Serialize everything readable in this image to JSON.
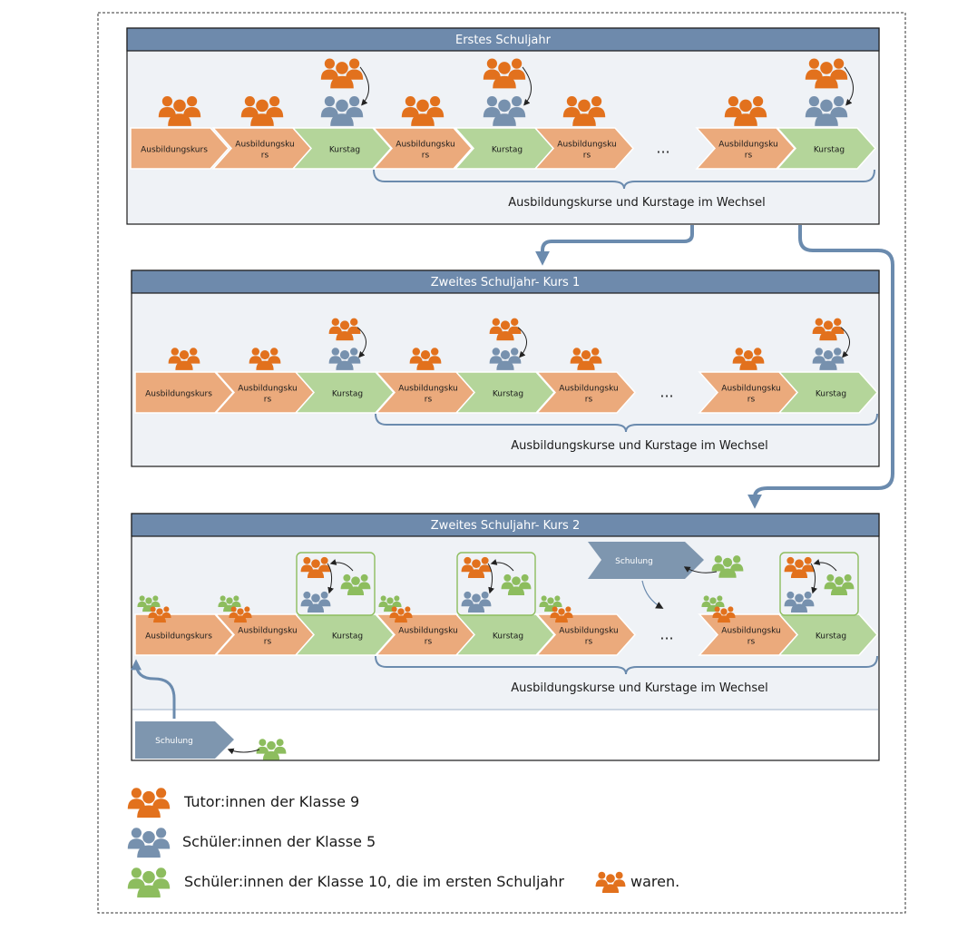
{
  "colors": {
    "tutor": "#E2711D",
    "schueler5": "#7791AE",
    "schueler10": "#8DBD5E",
    "ausbildung_arrow": "#EBAA7C",
    "kurstag_arrow": "#B4D59A",
    "schulung_arrow": "#7E96AF",
    "section_header": "#6E8AAC",
    "section_body": "#EFF2F6",
    "flow_line": "#6B8BAE",
    "border": "#1a1a1a"
  },
  "sections": [
    {
      "title": "Erstes Schuljahr",
      "steps": [
        {
          "kind": "ausbildung",
          "label": "Ausbildungskurs",
          "group": "tutor"
        },
        {
          "kind": "ausbildung",
          "label": "Ausbildungskurs",
          "group": "tutor"
        },
        {
          "kind": "kurstag",
          "label": "Kurstag",
          "group": "tutor-to-schueler"
        },
        {
          "kind": "ausbildung",
          "label": "Ausbildungskurs",
          "group": "tutor"
        },
        {
          "kind": "kurstag",
          "label": "Kurstag",
          "group": "tutor-to-schueler"
        },
        {
          "kind": "ausbildung",
          "label": "Ausbildungskurs",
          "group": "tutor"
        },
        {
          "kind": "ellipsis",
          "label": "..."
        },
        {
          "kind": "ausbildung",
          "label": "Ausbildungskurs",
          "group": "tutor"
        },
        {
          "kind": "kurstag",
          "label": "Kurstag",
          "group": "tutor-to-schueler"
        }
      ],
      "brace_label": "Ausbildungskurse und Kurstage im Wechsel"
    },
    {
      "title": "Zweites Schuljahr- Kurs 1",
      "steps": [
        {
          "kind": "ausbildung",
          "label": "Ausbildungskurs",
          "group": "tutor"
        },
        {
          "kind": "ausbildung",
          "label": "Ausbildungskurs",
          "group": "tutor"
        },
        {
          "kind": "kurstag",
          "label": "Kurstag",
          "group": "tutor-to-schueler"
        },
        {
          "kind": "ausbildung",
          "label": "Ausbildungskurs",
          "group": "tutor"
        },
        {
          "kind": "kurstag",
          "label": "Kurstag",
          "group": "tutor-to-schueler"
        },
        {
          "kind": "ausbildung",
          "label": "Ausbildungskurs",
          "group": "tutor"
        },
        {
          "kind": "ellipsis",
          "label": "..."
        },
        {
          "kind": "ausbildung",
          "label": "Ausbildungskurs",
          "group": "tutor"
        },
        {
          "kind": "kurstag",
          "label": "Kurstag",
          "group": "tutor-to-schueler"
        }
      ],
      "brace_label": "Ausbildungskurse und Kurstage im Wechsel"
    },
    {
      "title": "Zweites Schuljahr- Kurs 2",
      "steps": [
        {
          "kind": "ausbildung",
          "label": "Ausbildungskurs",
          "group": "mixed"
        },
        {
          "kind": "ausbildung",
          "label": "Ausbildungskurs",
          "group": "mixed"
        },
        {
          "kind": "kurstag",
          "label": "Kurstag",
          "group": "supervised"
        },
        {
          "kind": "ausbildung",
          "label": "Ausbildungskurs",
          "group": "mixed"
        },
        {
          "kind": "kurstag",
          "label": "Kurstag",
          "group": "supervised"
        },
        {
          "kind": "ausbildung",
          "label": "Ausbildungskurs",
          "group": "mixed"
        },
        {
          "kind": "ellipsis",
          "label": "..."
        },
        {
          "kind": "ausbildung",
          "label": "Ausbildungskurs",
          "group": "mixed"
        },
        {
          "kind": "kurstag",
          "label": "Kurstag",
          "group": "supervised"
        }
      ],
      "brace_label": "Ausbildungskurse und Kurstage im Wechsel",
      "schulung_label": "Schulung"
    }
  ],
  "legend": [
    {
      "group": "tutor",
      "text": "Tutor:innen der Klasse 9"
    },
    {
      "group": "schueler5",
      "text": "Schüler:innen der Klasse 5"
    },
    {
      "group": "schueler10",
      "text_before": "Schüler:innen der Klasse 10, die im ersten Schuljahr",
      "text_after": "waren."
    }
  ]
}
